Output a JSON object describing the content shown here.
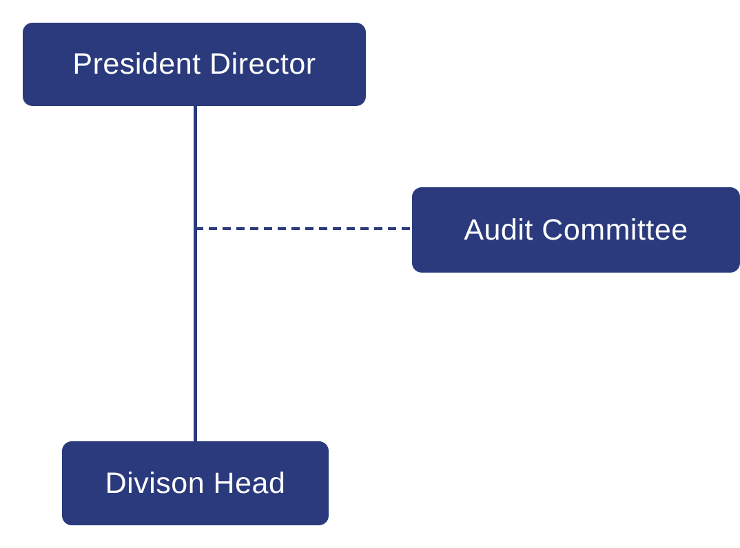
{
  "diagram": {
    "type": "org-chart",
    "nodes": [
      {
        "id": "president-director",
        "label": "President Director"
      },
      {
        "id": "audit-committee",
        "label": "Audit Committee"
      },
      {
        "id": "division-head",
        "label": "Divison Head"
      }
    ],
    "edges": [
      {
        "from": "president-director",
        "to": "division-head",
        "style": "solid",
        "orientation": "vertical"
      },
      {
        "from": "president-director",
        "to": "audit-committee",
        "style": "dashed",
        "orientation": "horizontal"
      }
    ],
    "colors": {
      "node_fill": "#2A3A7C",
      "node_text": "#FFFFFF",
      "connector": "#2A3A7C",
      "background": "#FFFFFF"
    }
  }
}
